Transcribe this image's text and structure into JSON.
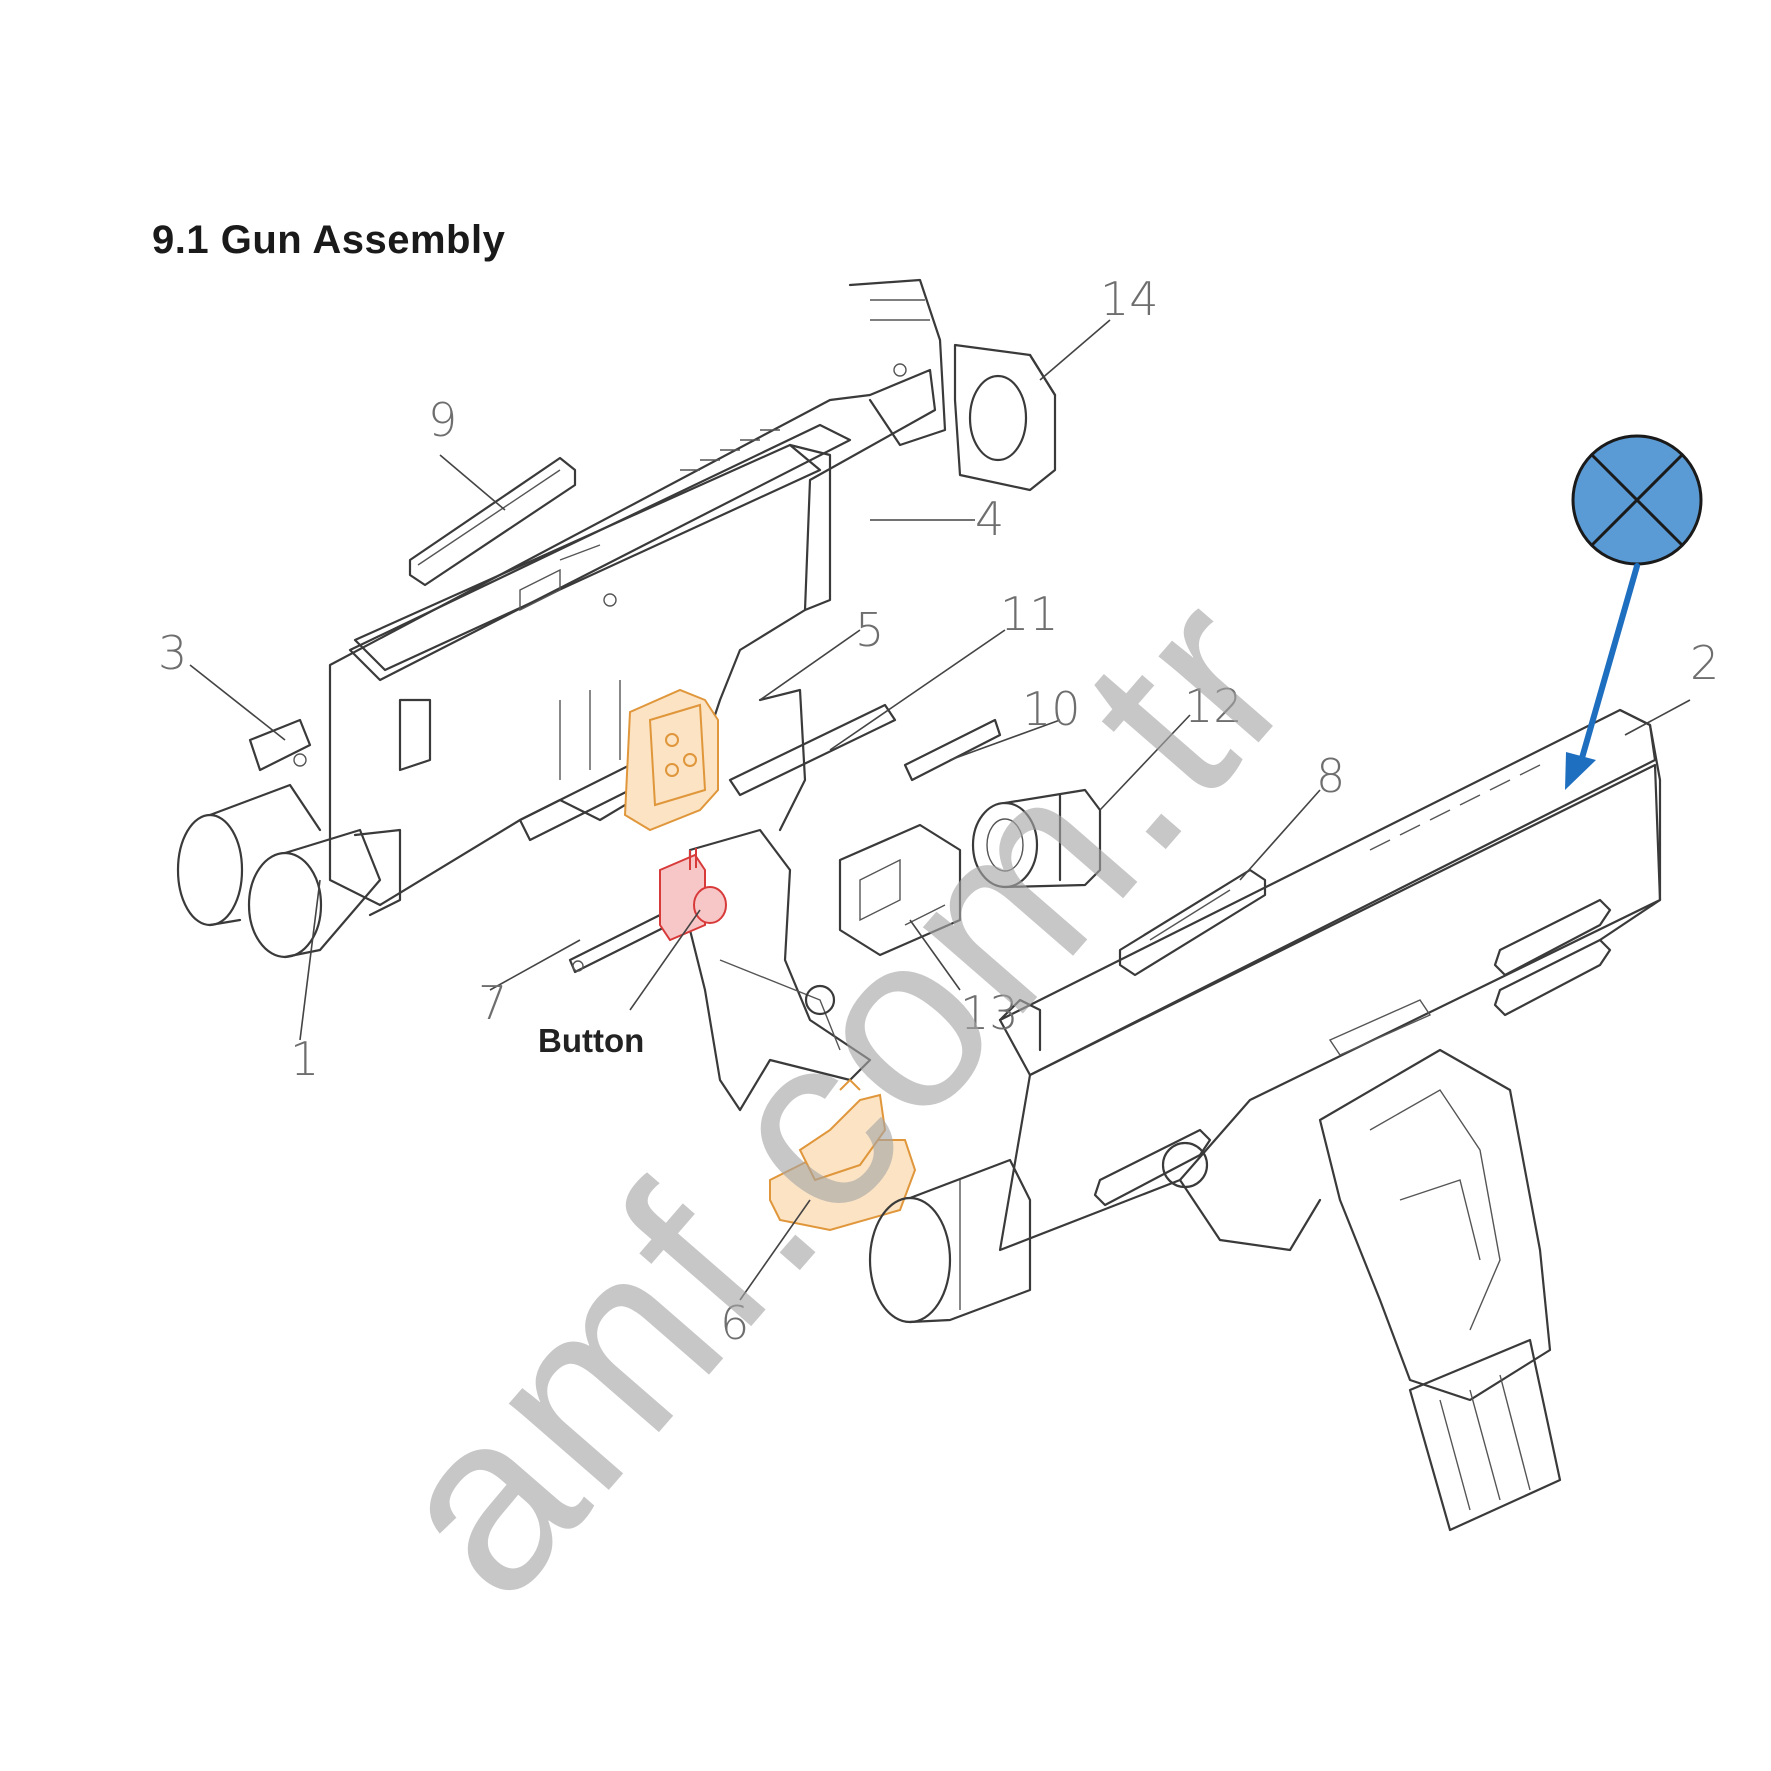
{
  "title": "9.1 Gun Assembly",
  "button_label": "Button",
  "watermark": "amf.com.tr",
  "callouts": [
    "1",
    "2",
    "3",
    "4",
    "5",
    "6",
    "7",
    "8",
    "9",
    "10",
    "11",
    "12",
    "13",
    "14"
  ],
  "marker": {
    "fill": "#5b9bd5",
    "arrow_color": "#1f6fc0",
    "icon": "x-in-circle-icon"
  },
  "colors": {
    "highlight_orange": "#e0963a",
    "highlight_red": "#d83a3a",
    "line": "#3a3a3a"
  }
}
